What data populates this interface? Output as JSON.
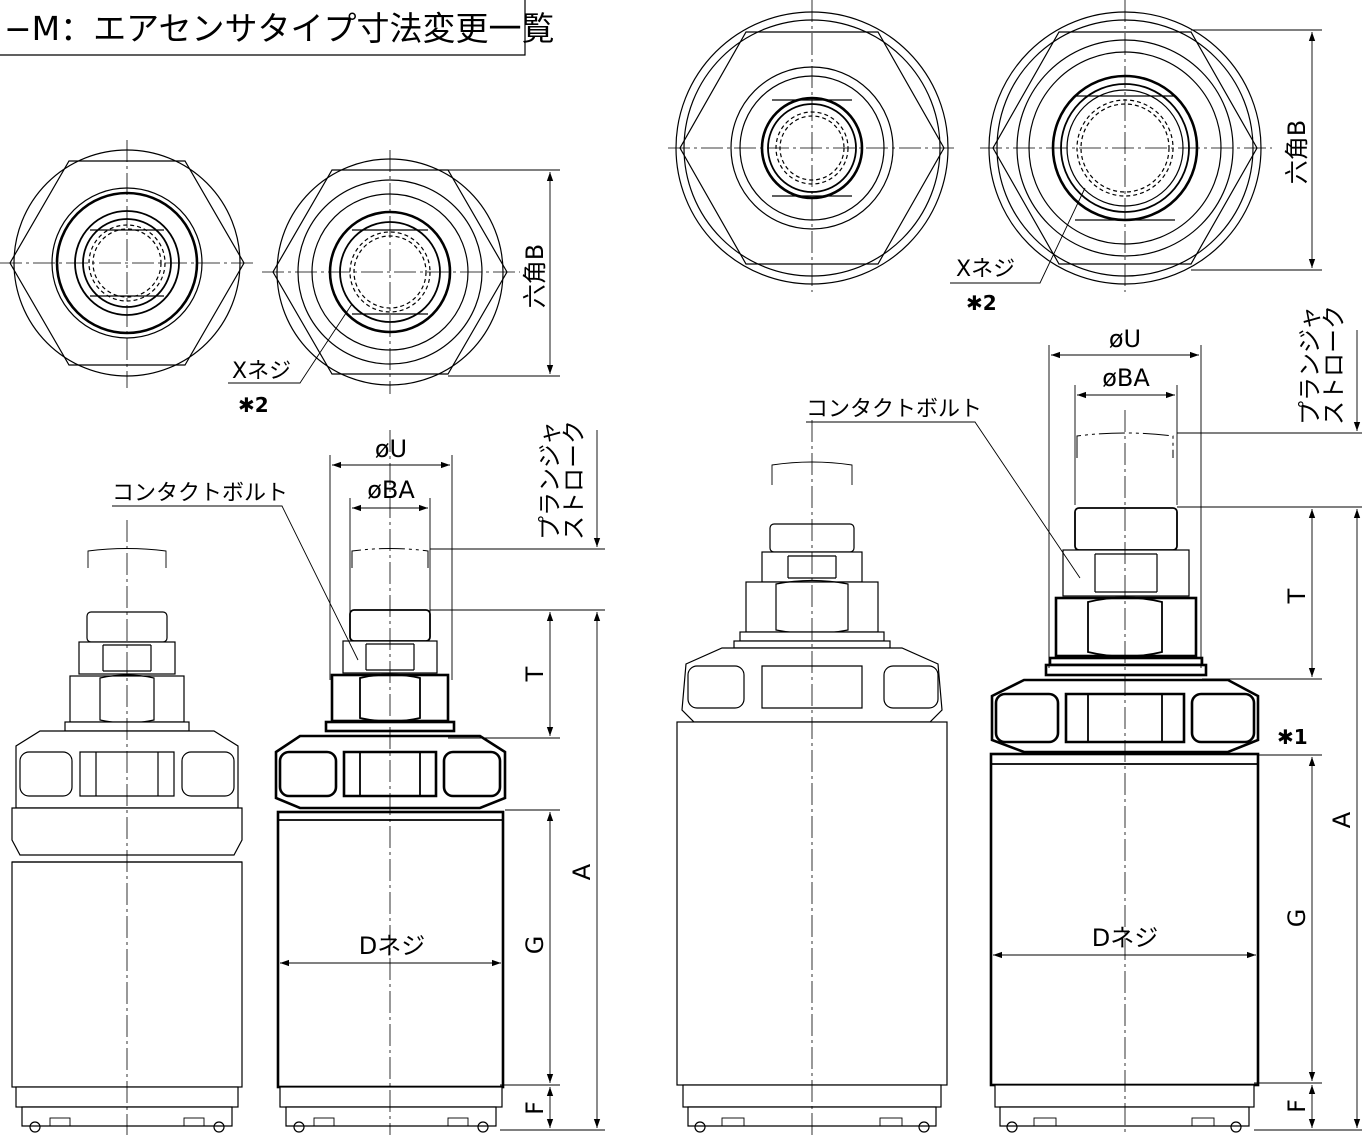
{
  "title": "−M：エアセンサタイプ寸法変更一覧",
  "labels": {
    "hex_b": "六角B",
    "x_thread": "Xネジ",
    "note_2": "✱2",
    "note_1": "✱1",
    "phi_u": "øU",
    "phi_ba": "øBA",
    "contact_bolt": "コンタクトボルト",
    "plunger_stroke_1": "プランジャ",
    "plunger_stroke_2": "ストローク",
    "dim_t": "T",
    "dim_a": "A",
    "dim_g": "G",
    "dim_f": "F",
    "d_thread": "Dネジ"
  }
}
